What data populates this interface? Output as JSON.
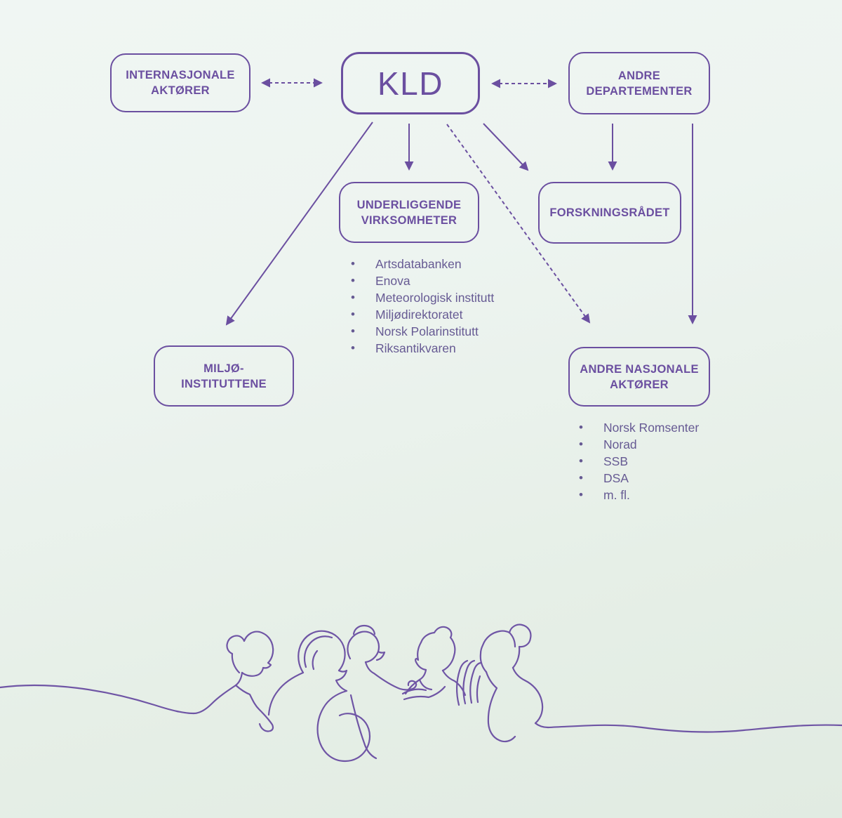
{
  "colors": {
    "node_purple": "#6B4FA0",
    "list_text_purple": "#665A93",
    "illustration_purple": "#6F55A5",
    "background_top": "#F0F6F3",
    "background_bottom": "#E1EBE2"
  },
  "nodes": {
    "kld": {
      "lines": [
        "KLD"
      ]
    },
    "internasjonale_aktorer": {
      "lines": [
        "INTERNASJONALE",
        "AKTØRER"
      ]
    },
    "andre_departementer": {
      "lines": [
        "ANDRE",
        "DEPARTEMENTER"
      ]
    },
    "underliggende_virksomheter": {
      "lines": [
        "UNDERLIGGENDE",
        "VIRKSOMHETER"
      ]
    },
    "forskningsradet": {
      "lines": [
        "FORSKNINGSRÅDET"
      ]
    },
    "miljoinstituttene": {
      "lines": [
        "MILJØ-",
        "INSTITUTTENE"
      ]
    },
    "andre_nasjonale_aktorer": {
      "lines": [
        "ANDRE NASJONALE",
        "AKTØRER"
      ]
    }
  },
  "lists": {
    "underliggende_virksomheter": [
      "Artsdatabanken",
      "Enova",
      "Meteorologisk institutt",
      "Miljødirektoratet",
      "Norsk Polarinstitutt",
      "Riksantikvaren"
    ],
    "andre_nasjonale_aktorer": [
      "Norsk Romsenter",
      "Norad",
      "SSB",
      "DSA",
      "m. fl."
    ]
  },
  "connections": [
    {
      "from": "KLD",
      "to": "INTERNASJONALE AKTØRER",
      "style": "dashed",
      "direction": "both"
    },
    {
      "from": "KLD",
      "to": "ANDRE DEPARTEMENTER",
      "style": "dashed",
      "direction": "both"
    },
    {
      "from": "KLD",
      "to": "MILJØ-INSTITUTTENE",
      "style": "solid",
      "direction": "one-way"
    },
    {
      "from": "KLD",
      "to": "UNDERLIGGENDE VIRKSOMHETER",
      "style": "solid",
      "direction": "one-way"
    },
    {
      "from": "KLD",
      "to": "FORSKNINGSRÅDET",
      "style": "solid",
      "direction": "one-way"
    },
    {
      "from": "KLD",
      "to": "ANDRE NASJONALE AKTØRER",
      "style": "dashed",
      "direction": "one-way"
    },
    {
      "from": "ANDRE DEPARTEMENTER",
      "to": "FORSKNINGSRÅDET",
      "style": "solid",
      "direction": "one-way"
    },
    {
      "from": "ANDRE DEPARTEMENTER",
      "to": "ANDRE NASJONALE AKTØRER",
      "style": "solid",
      "direction": "one-way"
    }
  ]
}
